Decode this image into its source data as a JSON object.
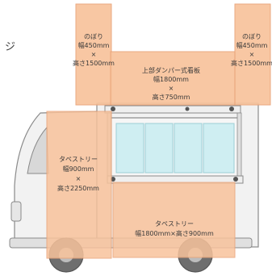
{
  "colors": {
    "panel_fill": "#f8c39c",
    "panel_stroke": "#e9a277",
    "truck_body": "#f2f2f2",
    "truck_outline": "#8a8a8a",
    "window_glass": "#cfeef2",
    "tire": "#6e6e6e",
    "label_text": "#3a3a3a"
  },
  "corner_text": "ジ",
  "panels": {
    "nobori_left": {
      "title": "のぼり",
      "width_text": "幅450mm",
      "times": "×",
      "height_text": "高さ1500mm"
    },
    "nobori_right": {
      "title": "のぼり",
      "width_text": "幅450mm",
      "times": "×",
      "height_text": "高さ1500mm"
    },
    "damper_sign": {
      "title": "上部ダンパー式看板",
      "width_text": "幅1800mm",
      "times": "×",
      "height_text": "高さ750mm"
    },
    "tapestry_side": {
      "title": "タペストリー",
      "width_text": "幅900mm",
      "times": "×",
      "height_text": "高さ2250mm"
    },
    "tapestry_bottom": {
      "title": "タペストリー",
      "size_text": "幅1800mm×高さ900mm"
    }
  }
}
